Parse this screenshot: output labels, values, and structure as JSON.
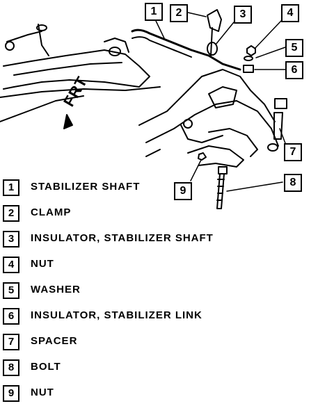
{
  "orientation_label": "FRT",
  "callouts": [
    "1",
    "2",
    "3",
    "4",
    "5",
    "6",
    "7",
    "8",
    "9"
  ],
  "legend": [
    {
      "num": "1",
      "label": "STABILIZER SHAFT"
    },
    {
      "num": "2",
      "label": "CLAMP"
    },
    {
      "num": "3",
      "label": "INSULATOR, STABILIZER SHAFT"
    },
    {
      "num": "4",
      "label": "NUT"
    },
    {
      "num": "5",
      "label": "WASHER"
    },
    {
      "num": "6",
      "label": "INSULATOR, STABILIZER LINK"
    },
    {
      "num": "7",
      "label": "SPACER"
    },
    {
      "num": "8",
      "label": "BOLT"
    },
    {
      "num": "9",
      "label": "NUT"
    }
  ]
}
